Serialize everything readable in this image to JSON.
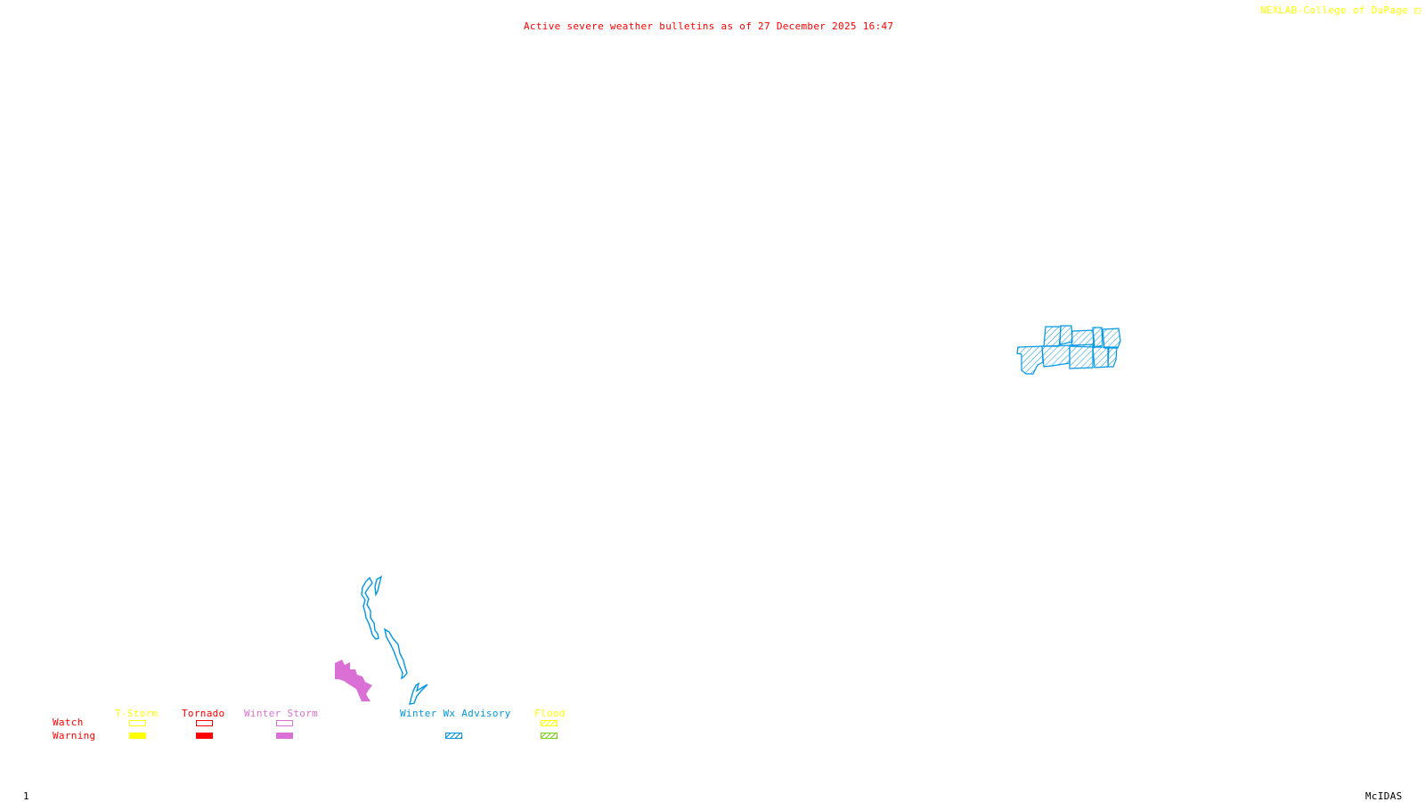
{
  "header": {
    "title": "Active severe weather bulletins as of 27 December 2025 16:47",
    "credit": "NEXLAB-College of DuPage",
    "credit_icon": "corner-logo-icon"
  },
  "footer": {
    "frame_number": "1",
    "software": "McIDAS"
  },
  "colors": {
    "title": "#ff0000",
    "credit": "#ffff00",
    "tstorm": "#ffff00",
    "tornado": "#ff0000",
    "winter_storm": "#da70d6",
    "winter_wx_advisory": "#0096e6",
    "flood_watch": "#ffff00",
    "flood_warning": "#7ccd1e",
    "row_labels": "#ff0000"
  },
  "legend": {
    "row_labels": {
      "watch": "Watch",
      "warning": "Warning"
    },
    "categories": [
      {
        "key": "tstorm",
        "label": "T-Storm",
        "watch": "outline",
        "warning": "solid"
      },
      {
        "key": "tornado",
        "label": "Tornado",
        "watch": "outline",
        "warning": "solid"
      },
      {
        "key": "winter_storm",
        "label": "Winter Storm",
        "watch": "outline",
        "warning": "solid"
      },
      {
        "key": "winter_wx_advisory",
        "label": "Winter Wx Advisory",
        "watch": "none",
        "warning": "hatched"
      },
      {
        "key": "flood",
        "label": "Flood",
        "watch": "hatched",
        "warning": "hatched"
      }
    ]
  },
  "map_features": [
    {
      "name": "winter-wx-advisory-east",
      "type": "Winter Wx Advisory",
      "style": "hatched"
    },
    {
      "name": "winter-wx-advisory-west-mountains",
      "type": "Winter Wx Advisory",
      "style": "outline"
    },
    {
      "name": "winter-storm-warning-west",
      "type": "Winter Storm Warning",
      "style": "solid"
    }
  ]
}
